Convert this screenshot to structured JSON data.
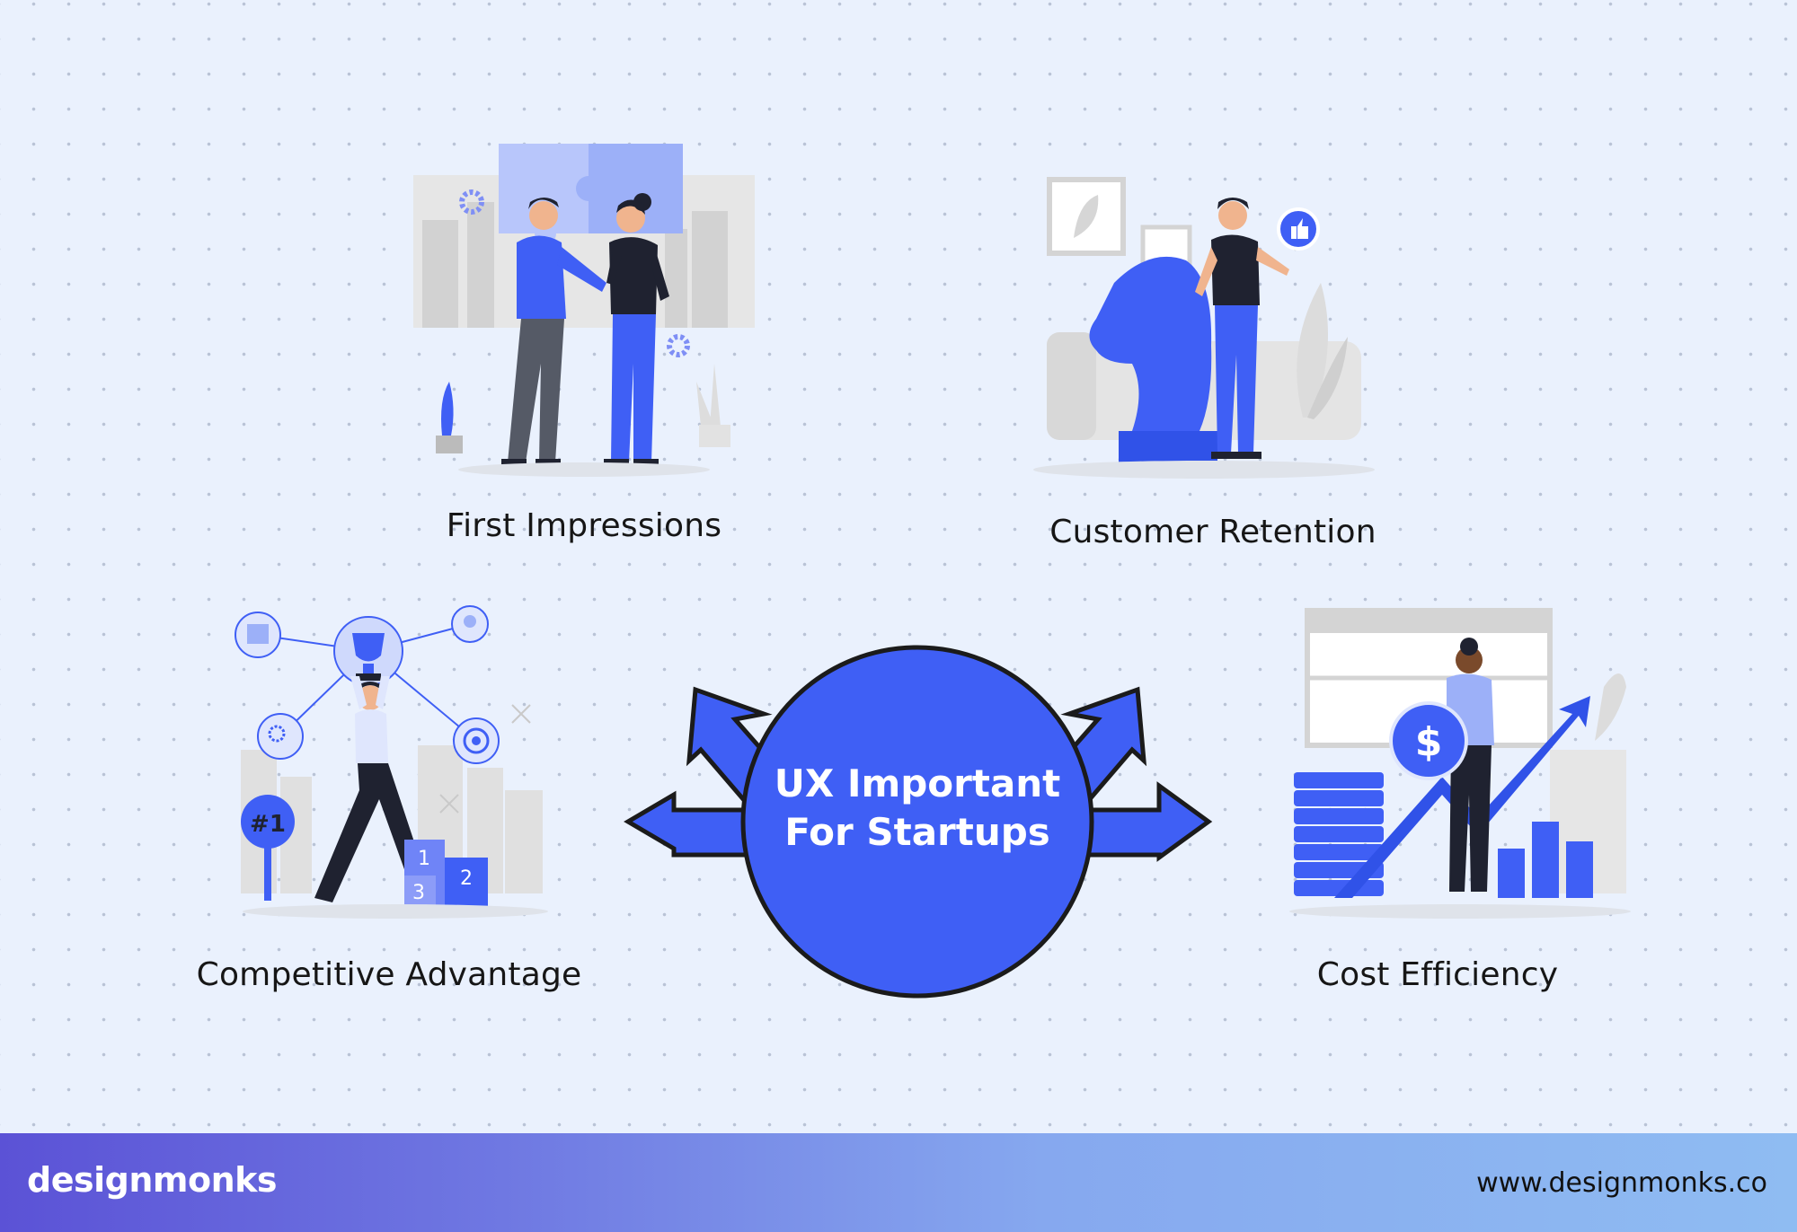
{
  "hub": {
    "line1": "UX Important",
    "line2": "For Startups",
    "color": "#3f5ff5"
  },
  "items": [
    {
      "label": "First Impressions",
      "icon": "handshake-illustration-icon"
    },
    {
      "label": "Customer Retention",
      "icon": "chess-knight-illustration-icon"
    },
    {
      "label": "Competitive Advantage",
      "icon": "trophy-podium-illustration-icon"
    },
    {
      "label": "Cost Efficiency",
      "icon": "coins-growth-illustration-icon"
    }
  ],
  "podium": {
    "first": "1",
    "second": "2",
    "third": "3"
  },
  "badge": "#1",
  "coin_symbol": "$",
  "footer": {
    "logo": "designmonks",
    "url": "www.designmonks.co"
  },
  "colors": {
    "accent": "#3f5ff5",
    "background": "#eaf1fd",
    "dark": "#1f2230"
  }
}
